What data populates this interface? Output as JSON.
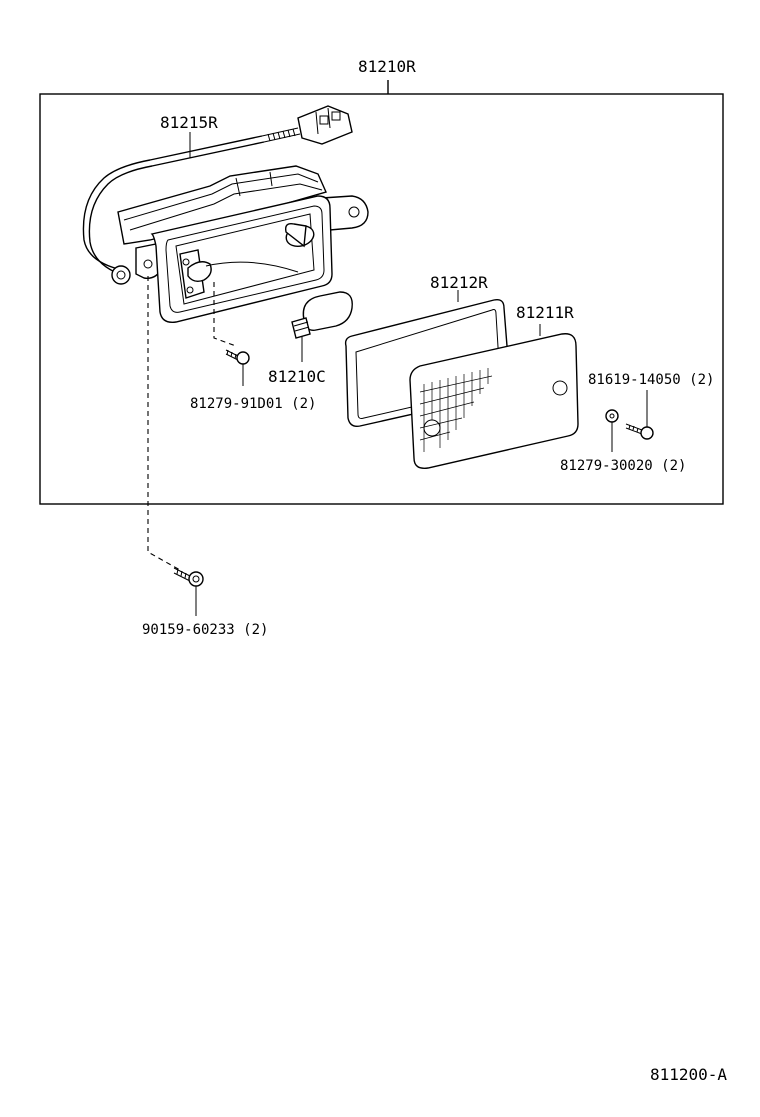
{
  "diagram_id": "811200-A",
  "parts": {
    "assembly": "81210R",
    "wire": "81215R",
    "bulb": "81210C",
    "screw_small": "81279-91D01 (2)",
    "gasket": "81212R",
    "lens": "81211R",
    "screw_lens": "81619-14050 (2)",
    "washer": "81279-30020 (2)",
    "bolt": "90159-60233 (2)"
  }
}
